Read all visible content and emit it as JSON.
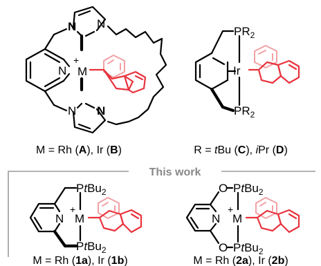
{
  "colors": {
    "ligand_highlight": "#e8323c",
    "ligand_highlight_light": "#f2a0a4",
    "frame": "#9a9a9a"
  },
  "atoms": {
    "N": "N",
    "M": "M",
    "Ir": "Ir",
    "P": "P",
    "O": "O",
    "PR2": "PR",
    "PR2_sub": "2",
    "PtBu2_P": "P",
    "PtBu2_t": "t",
    "PtBu2_Bu": "Bu",
    "PtBu2_sub": "2",
    "charge": "+"
  },
  "section_header": "This work",
  "captions": {
    "A_B": {
      "pre": "M = Rh (",
      "l1": "A",
      "mid": "), Ir (",
      "l2": "B",
      "post": ")"
    },
    "C_D": {
      "pre": "R = ",
      "i1": "t",
      "mid1": "Bu (",
      "l1": "C",
      "mid2": "), ",
      "i2": "i",
      "mid3": "Pr (",
      "l2": "D",
      "post": ")"
    },
    "1a_1b": {
      "pre": "M = Rh (",
      "l1": "1a",
      "mid": "), Ir (",
      "l2": "1b",
      "post": ")"
    },
    "2a_2b": {
      "pre": "M = Rh (",
      "l1": "2a",
      "mid": "), Ir (",
      "l2": "2b",
      "post": ")"
    }
  }
}
